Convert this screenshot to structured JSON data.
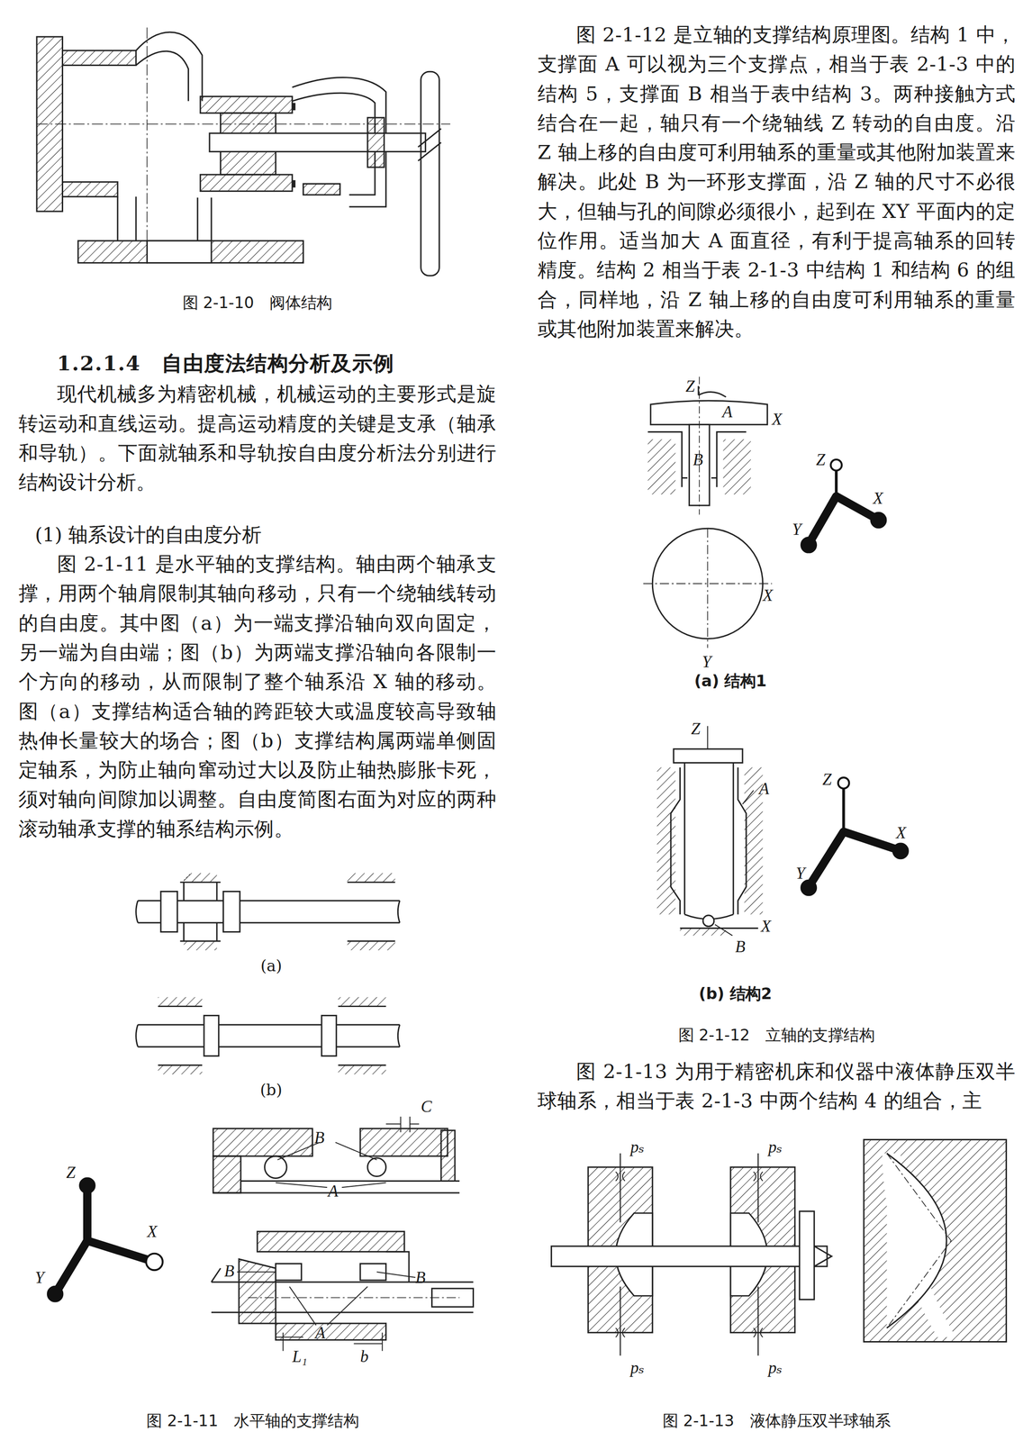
{
  "diagram": {
    "title": "1.2.1.4　自由度法结构分析及示例",
    "labels": [
      "图 2-1-10　阀体结构",
      "现代机械多为精密机械，机械运动的主要形式是旋转运动和直线运动。提高运动精度的关键是支承（轴承和导轨）。下面就轴系和导轨按自由度分析法分别进行结构设计分析。",
      "(1) 轴系设计的自由度分析",
      "图 2-1-11 是水平轴的支撑结构。轴由两个轴承支撑，用两个轴肩限制其轴向移动，只有一个绕轴线转动的自由度。其中图（a）为一端支撑沿轴向双向固定，另一端为自由端；图（b）为两端支撑沿轴向各限制一个方向的移动，从而限制了整个轴系沿 X 轴的移动。图（a）支撑结构适合轴的跨距较大或温度较高导致轴热伸长量较大的场合；图（b）支撑结构属两端单侧固定轴系，为防止轴向窜动过大以及防止轴热膨胀卡死，须对轴向间隙加以调整。自由度简图右面为对应的两种滚动轴承支撑的轴系结构示例。",
      "(a)",
      "(b)",
      "Z",
      "X",
      "Y",
      "C",
      "B",
      "A",
      "B",
      "B",
      "A",
      "L₁",
      "b",
      "图 2-1-11　水平轴的支撑结构",
      "图 2-1-12 是立轴的支撑结构原理图。结构 1 中，支撑面 A 可以视为三个支撑点，相当于表 2-1-3 中的结构 5，支撑面 B 相当于表中结构 3。两种接触方式结合在一起，轴只有一个绕轴线 Z 转动的自由度。沿 Z 轴上移的自由度可利用轴系的重量或其他附加装置来解决。此处 B 为一环形支撑面，沿 Z 轴的尺寸不必很大，但轴与孔的间隙必须很小，起到在 XY 平面内的定位作用。适当加大 A 面直径，有利于提高轴系的回转精度。结构 2 相当于表 2-1-3 中结构 1 和结构 6 的组合，同样地，沿 Z 轴上移的自由度可利用轴系的重量或其他附加装置来解决。",
      "Z",
      "A",
      "X",
      "B",
      "X",
      "Y",
      "Z",
      "X",
      "Y",
      "(a) 结构1",
      "Z",
      "A",
      "B",
      "X",
      "Z",
      "X",
      "Y",
      "(b) 结构2",
      "图 2-1-12　立轴的支撑结构",
      "图 2-1-13 为用于精密机床和仪器中液体静压双半球轴系，相当于表 2-1-3 中两个结构 4 的组合，主",
      "pₛ",
      "pₛ",
      "pₛ",
      "pₛ",
      "图 2-1-13　液体静压双半球轴系"
    ]
  }
}
